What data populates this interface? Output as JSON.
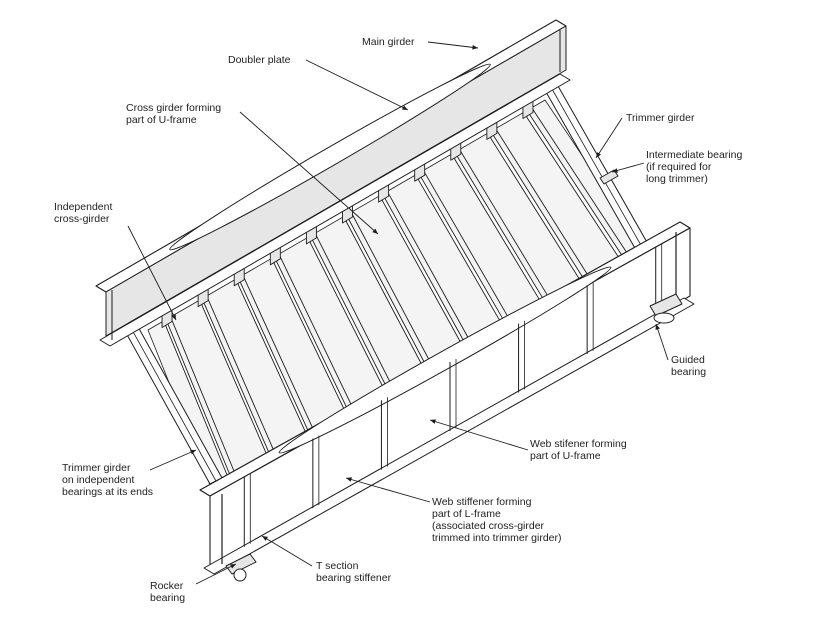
{
  "colors": {
    "line": "#1e1e1e",
    "shade": "#e6e6e6",
    "deck": "#f4f4f4",
    "background": "#ffffff"
  },
  "labels": {
    "main_girder": "Main girder",
    "doubler_plate": "Doubler plate",
    "cross_girder_u_frame": "Cross girder forming\npart of U-frame",
    "trimmer_girder": "Trimmer girder",
    "intermediate_bearing": "Intermediate bearing\n(if required for\nlong trimmer)",
    "independent_cross_girder": "Independent\ncross-girder",
    "guided_bearing": "Guided\nbearing",
    "web_stiffener_u_frame": "Web stifener forming\npart of U-frame",
    "trimmer_girder_ends": "Trimmer girder\non independent\nbearings at its ends",
    "web_stiffener_l_frame": "Web stiffener forming\npart of L-frame\n(associated cross-girder\ntrimmed into trimmer girder)",
    "t_section_stiffener": "T section\nbearing stiffener",
    "rocker_bearing": "Rocker\nbearing"
  }
}
